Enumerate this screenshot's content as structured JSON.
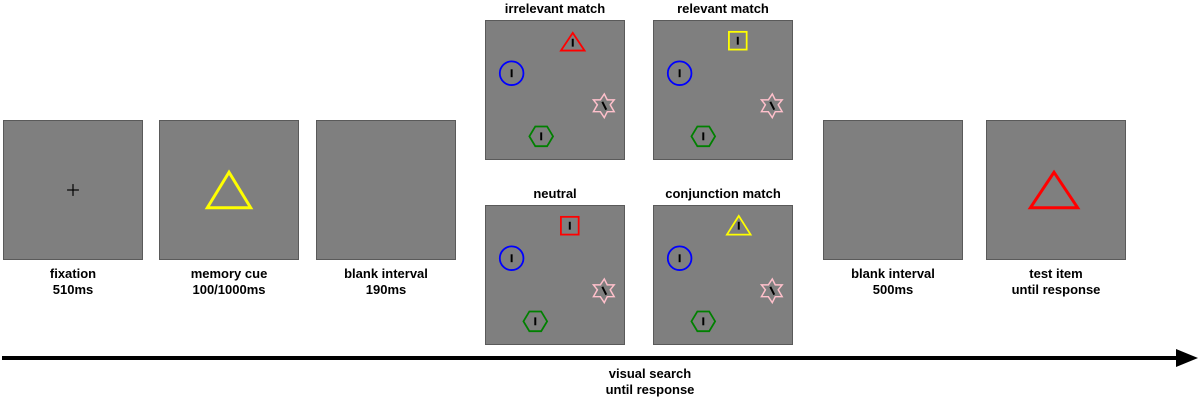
{
  "stages": [
    {
      "name": "fixation",
      "label_line1": "fixation",
      "label_line2": "510ms"
    },
    {
      "name": "memory-cue",
      "label_line1": "memory cue",
      "label_line2": "100/1000ms"
    },
    {
      "name": "blank-interval-1",
      "label_line1": "blank interval",
      "label_line2": "190ms"
    },
    {
      "name": "blank-interval-2",
      "label_line1": "blank interval",
      "label_line2": "500ms"
    },
    {
      "name": "test-item",
      "label_line1": "test item",
      "label_line2": "until response"
    }
  ],
  "search_panels": [
    {
      "title": "irrelevant match"
    },
    {
      "title": "relevant match"
    },
    {
      "title": "neutral"
    },
    {
      "title": "conjunction match"
    }
  ],
  "search_caption": {
    "line1": "visual search",
    "line2": "until response"
  },
  "colors": {
    "panel": "#7f7f7f",
    "yellow": "#ffff00",
    "red": "#ff0000",
    "blue": "#0000ff",
    "green": "#008000",
    "pink": "#ffc0cb"
  }
}
